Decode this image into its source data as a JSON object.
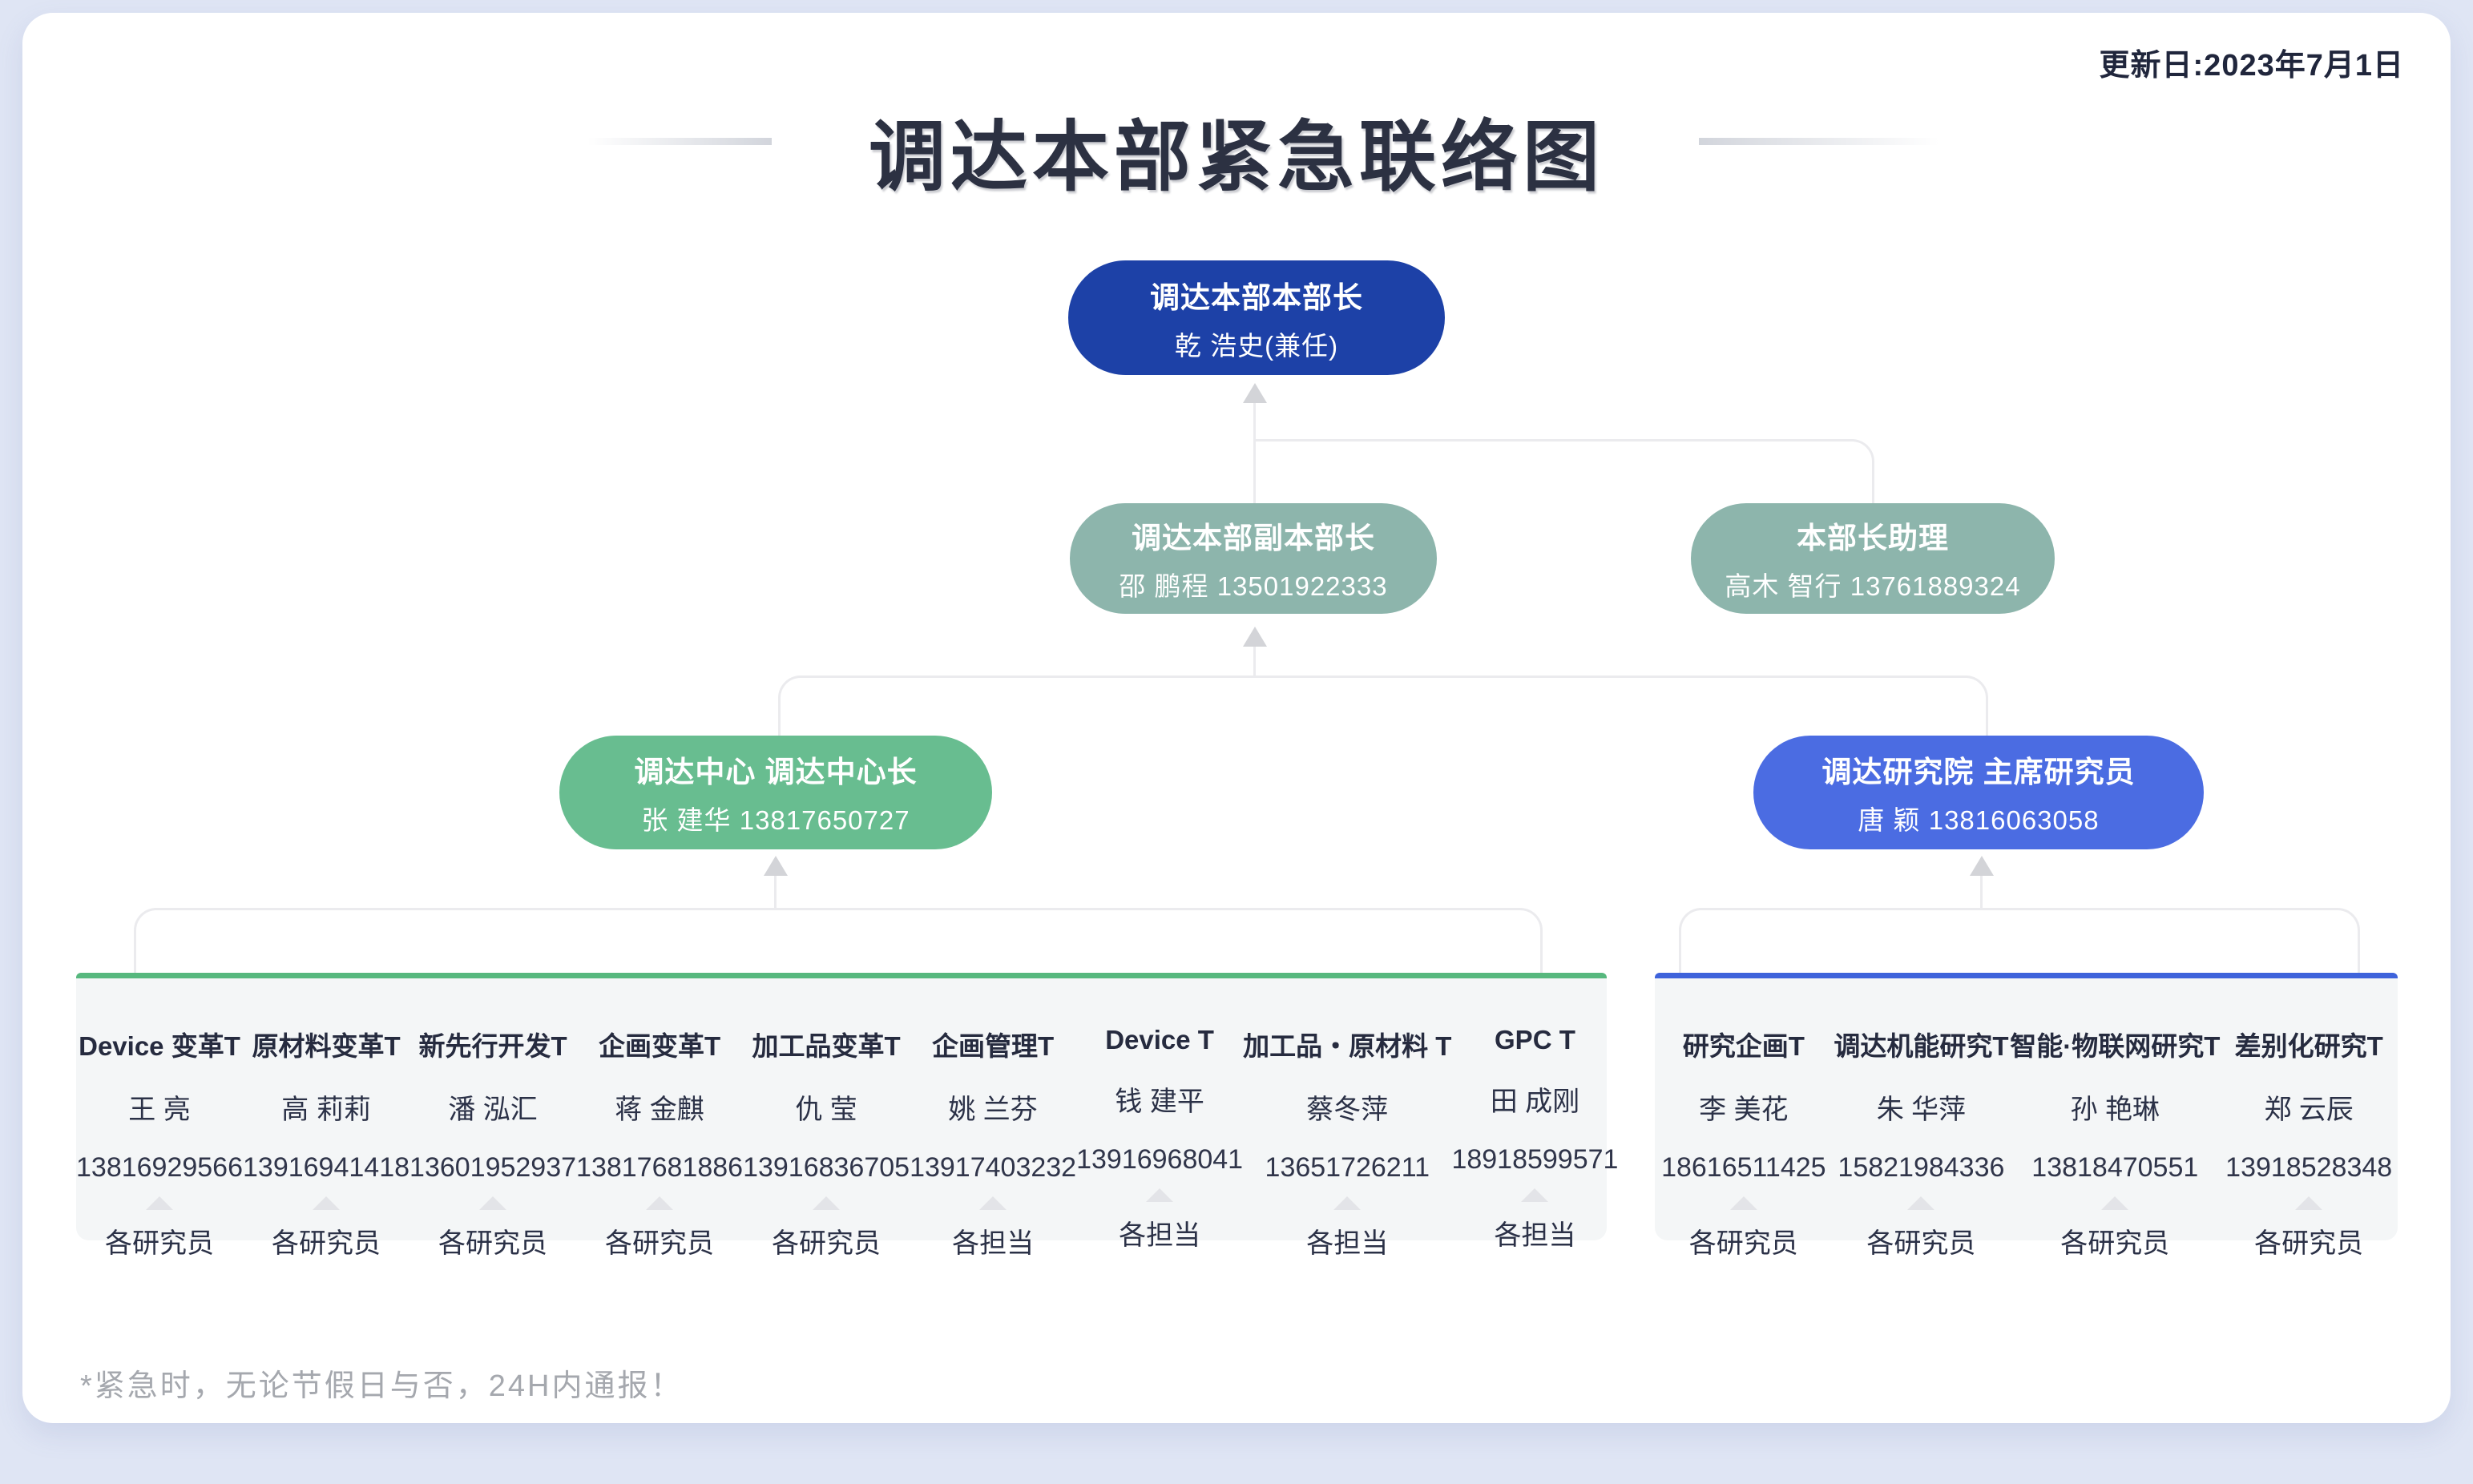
{
  "meta": {
    "update_date": "更新日:2023年7月1日",
    "title": "调达本部紧急联络图",
    "footnote": "*紧急时，无论节假日与否，24H内通报！"
  },
  "org": {
    "level1": {
      "title": "调达本部本部长",
      "person": "乾 浩史(兼任)",
      "color": "#1d41a7"
    },
    "level2_left": {
      "title": "调达本部副本部长",
      "person": "邵 鹏程 13501922333",
      "color": "#8db5ac"
    },
    "level2_right": {
      "title": "本部长助理",
      "person": "高木 智行 13761889324",
      "color": "#8db5ac"
    },
    "level3_left": {
      "title": "调达中心 调达中心长",
      "person": "张 建华 13817650727",
      "color": "#68bd90"
    },
    "level3_right": {
      "title": "调达研究院 主席研究员",
      "person": "唐 颖 13816063058",
      "color": "#4b6ce2"
    }
  },
  "groups": [
    {
      "name": "procurement-center-teams",
      "accent": "#57b87e",
      "teams": [
        {
          "team": "Device 变革T",
          "name": "王 亮",
          "phone": "13816929566",
          "members": "各研究员"
        },
        {
          "team": "原材料变革T",
          "name": "高 莉莉",
          "phone": "13916941418",
          "members": "各研究员"
        },
        {
          "team": "新先行开发T",
          "name": "潘 泓汇",
          "phone": "13601952937",
          "members": "各研究员"
        },
        {
          "team": "企画变革T",
          "name": "蒋 金麒",
          "phone": "13817681886",
          "members": "各研究员"
        },
        {
          "team": "加工品变革T",
          "name": "仇 莹",
          "phone": "13916836705",
          "members": "各研究员"
        },
        {
          "team": "企画管理T",
          "name": "姚 兰芬",
          "phone": "13917403232",
          "members": "各担当"
        },
        {
          "team": "Device T",
          "name": "钱 建平",
          "phone": "13916968041",
          "members": "各担当"
        },
        {
          "team": "加工品・原材料 T",
          "name": "蔡冬萍",
          "phone": "13651726211",
          "members": "各担当"
        },
        {
          "team": "GPC T",
          "name": "田 成刚",
          "phone": "18918599571",
          "members": "各担当"
        }
      ]
    },
    {
      "name": "research-institute-teams",
      "accent": "#3e63db",
      "teams": [
        {
          "team": "研究企画T",
          "name": "李 美花",
          "phone": "18616511425",
          "members": "各研究员"
        },
        {
          "team": "调达机能研究T",
          "name": "朱 华萍",
          "phone": "15821984336",
          "members": "各研究员"
        },
        {
          "team": "智能·物联网研究T",
          "name": "孙 艳琳",
          "phone": "13818470551",
          "members": "各研究员"
        },
        {
          "team": "差别化研究T",
          "name": "郑 云辰",
          "phone": "13918528348",
          "members": "各研究员"
        }
      ]
    }
  ]
}
